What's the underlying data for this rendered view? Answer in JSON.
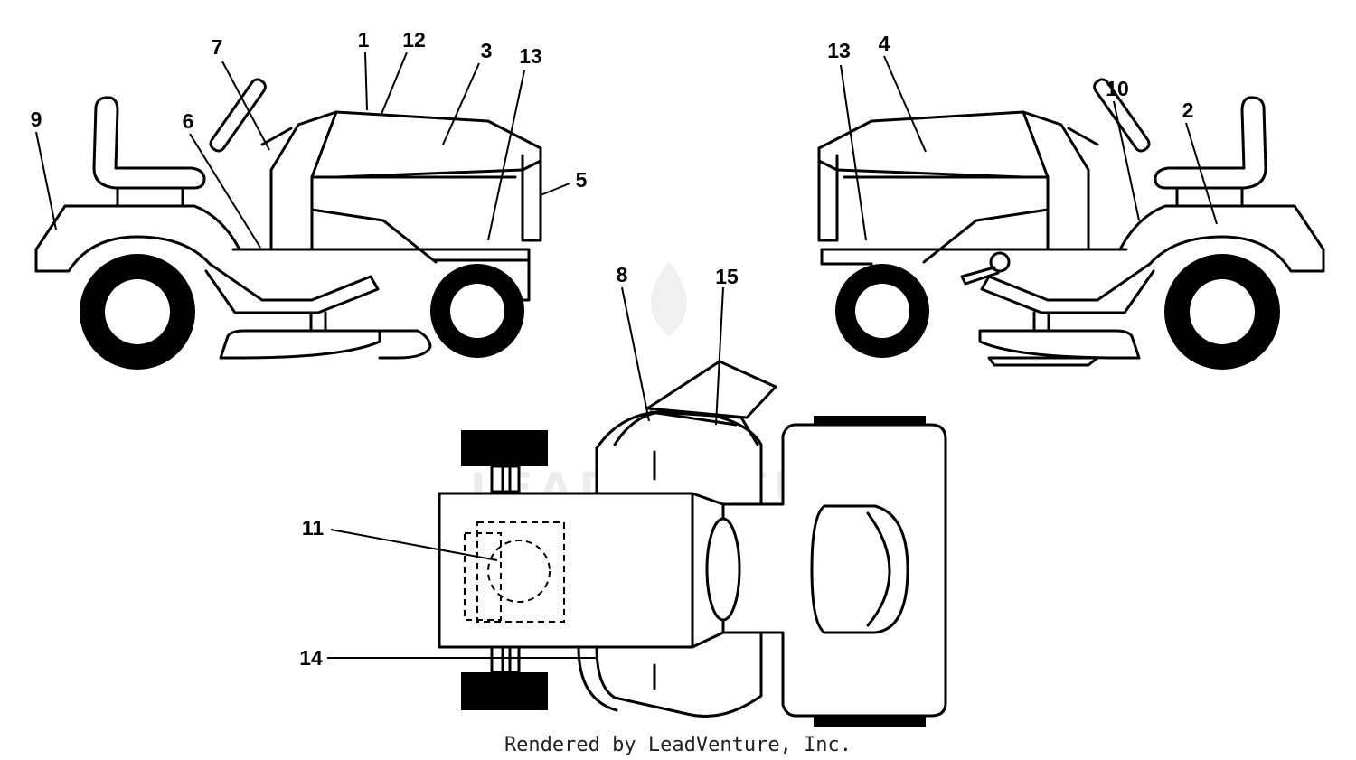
{
  "watermark": {
    "text": "LEADVENTURE"
  },
  "footer": {
    "text": "Rendered by LeadVenture, Inc."
  },
  "callouts": {
    "c1": "1",
    "c2": "2",
    "c3": "3",
    "c4": "4",
    "c5": "5",
    "c6": "6",
    "c7": "7",
    "c8": "8",
    "c9": "9",
    "c10": "10",
    "c11": "11",
    "c12": "12",
    "c13_left": "13",
    "c13_right": "13",
    "c14": "14",
    "c15": "15"
  },
  "colors": {
    "line": "#000000",
    "background": "#ffffff",
    "watermark": "#ececec"
  }
}
